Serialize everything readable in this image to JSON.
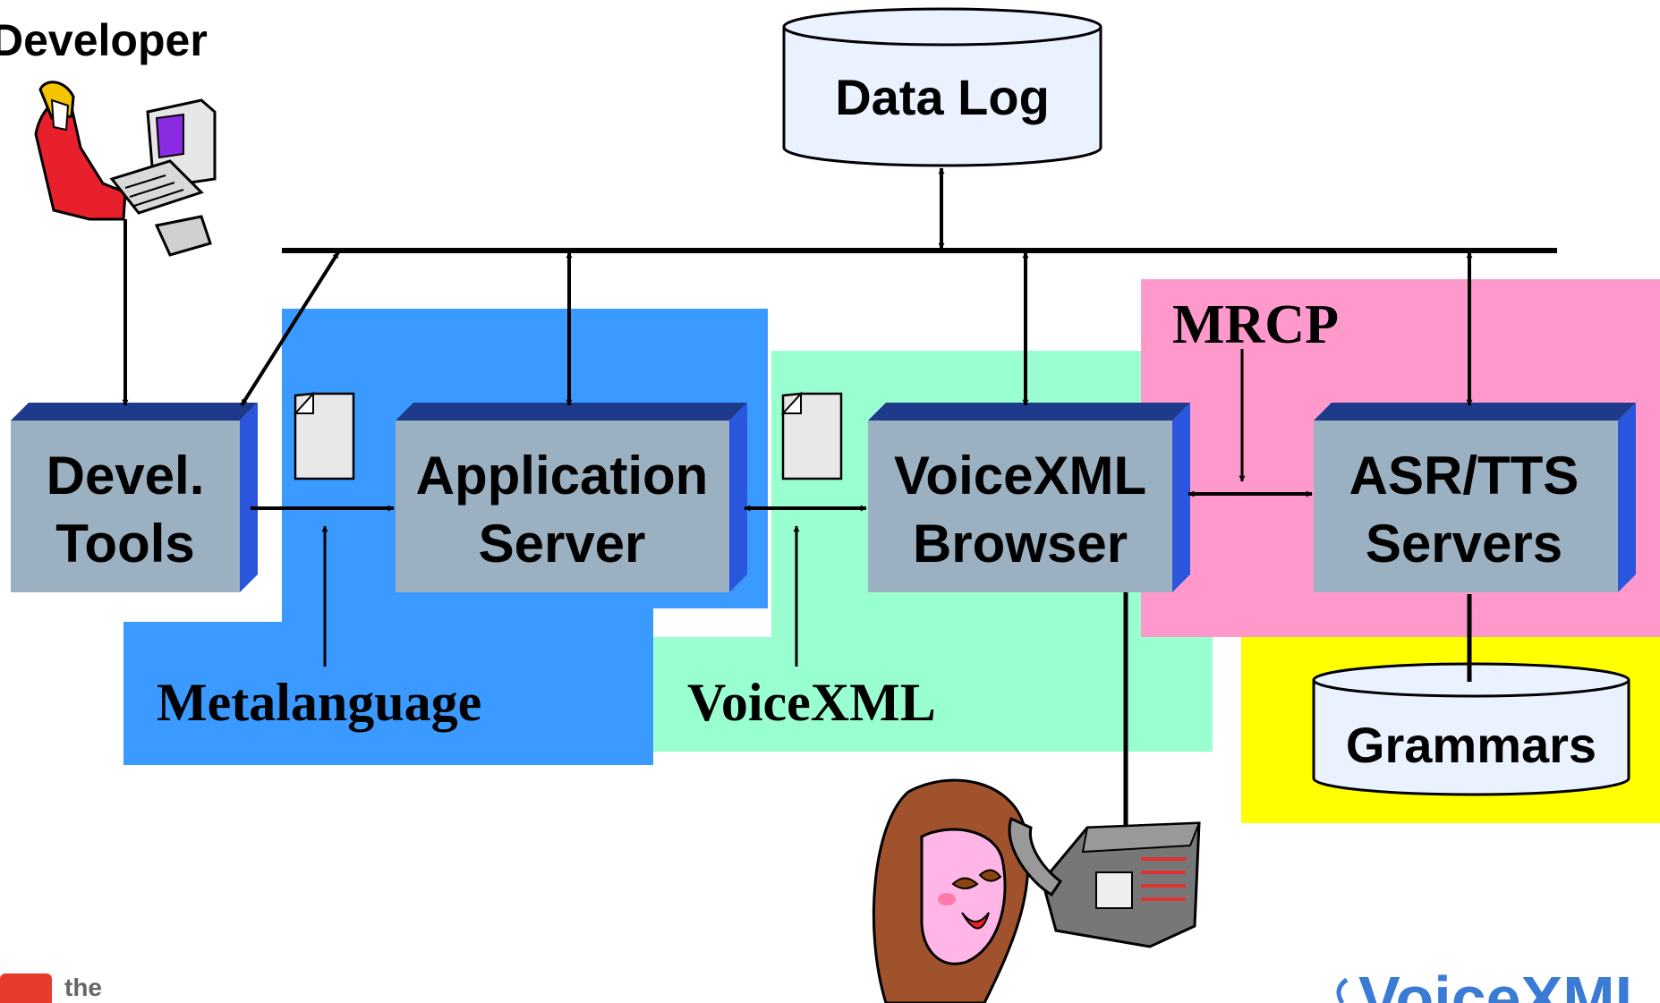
{
  "diagram": {
    "developer_label": "Developer",
    "data_log_label": "Data Log",
    "grammars_label": "Grammars",
    "mrcp_label": "MRCP",
    "metalanguage_label": "Metalanguage",
    "voicexml_label": "VoiceXML",
    "devel_tools": [
      "Devel.",
      "Tools"
    ],
    "application_server": [
      "Application",
      "Server"
    ],
    "voicexml_browser": [
      "VoiceXML",
      "Browser"
    ],
    "asr_tts_servers": [
      "ASR/TTS",
      "Servers"
    ],
    "footer_left_text": "the",
    "footer_right_text": "VoiceXML",
    "colors": {
      "blue_region": "#3a9aff",
      "green_region": "#99ffd0",
      "pink_region": "#ff99cc",
      "yellow_region": "#ffff00",
      "box_face": "#9bb0c0",
      "box_top": "#1e3a8a",
      "box_side": "#2a55dd",
      "cylinder_fill": "#eaf2ff"
    }
  }
}
